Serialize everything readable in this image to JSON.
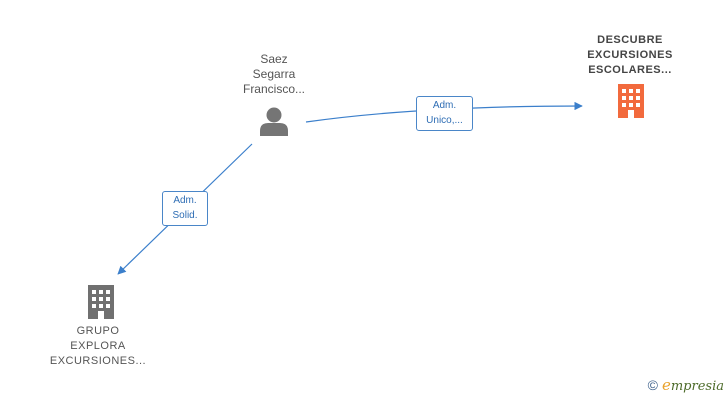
{
  "nodes": {
    "person": {
      "lines": [
        "Saez",
        "Segarra",
        "Francisco..."
      ]
    },
    "company_main": {
      "lines": [
        "DESCUBRE",
        "EXCURSIONES",
        "ESCOLARES..."
      ],
      "color": "#f26a3d"
    },
    "company_other": {
      "lines": [
        "GRUPO",
        "EXPLORA",
        "EXCURSIONES..."
      ],
      "color": "#707070"
    }
  },
  "edges": {
    "to_main": {
      "lines": [
        "Adm.",
        "Unico,..."
      ]
    },
    "to_other": {
      "lines": [
        "Adm.",
        "Solid."
      ]
    }
  },
  "colors": {
    "edge": "#3b7fcb",
    "person": "#757575"
  },
  "brand": {
    "copyright": "©",
    "initial": "e",
    "rest": "mpresia"
  }
}
